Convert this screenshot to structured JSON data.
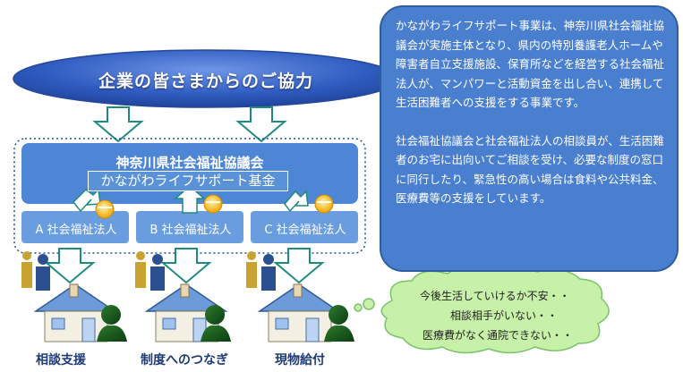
{
  "banner": {
    "text": "企業の皆さまからのご協力"
  },
  "council": {
    "name": "神奈川県社会福祉協議会",
    "fund": "かながわライフサポート基金"
  },
  "corporations": [
    {
      "label": "A 社会福祉法人"
    },
    {
      "label": "B 社会福祉法人"
    },
    {
      "label": "C 社会福祉法人"
    }
  ],
  "services": [
    {
      "label": "相談支援"
    },
    {
      "label": "制度へのつなぎ"
    },
    {
      "label": "現物給付"
    }
  ],
  "explanation": {
    "paragraph1": "かながわライフサポート事業は、神奈川県社会福祉協議会が実施主体となり、県内の特別養護老人ホームや障害者自立支援施設、保育所などを経営する社会福祉法人が、マンパワーと活動資金を出し合い、連携して生活困難者への支援をする事業です。",
    "paragraph2": "社会福祉協議会と社会福祉法人の相談員が、生活困難者のお宅に出向いてご相談を受け、必要な制度の窓口に同行したり、緊急性の高い場合は食料や公共料金、医療費等の支援をしています。"
  },
  "worries": {
    "line1": "今後生活していけるか不安・・",
    "line2": "相談相手がいない・・",
    "line3": "医療費がなく通院できない・・"
  },
  "colors": {
    "bubble": "#4a7fd0",
    "panel": "#4e86d6",
    "tile": "#6a9de0",
    "arrow_fill": "#ffffff",
    "arrow_stroke": "#1f8a80",
    "cloud": "#c7f0a8",
    "label": "#1f3b75"
  },
  "icons": [
    "coin-icon",
    "person-icon",
    "house-icon",
    "worried-person-icon",
    "thought-cloud-icon"
  ]
}
